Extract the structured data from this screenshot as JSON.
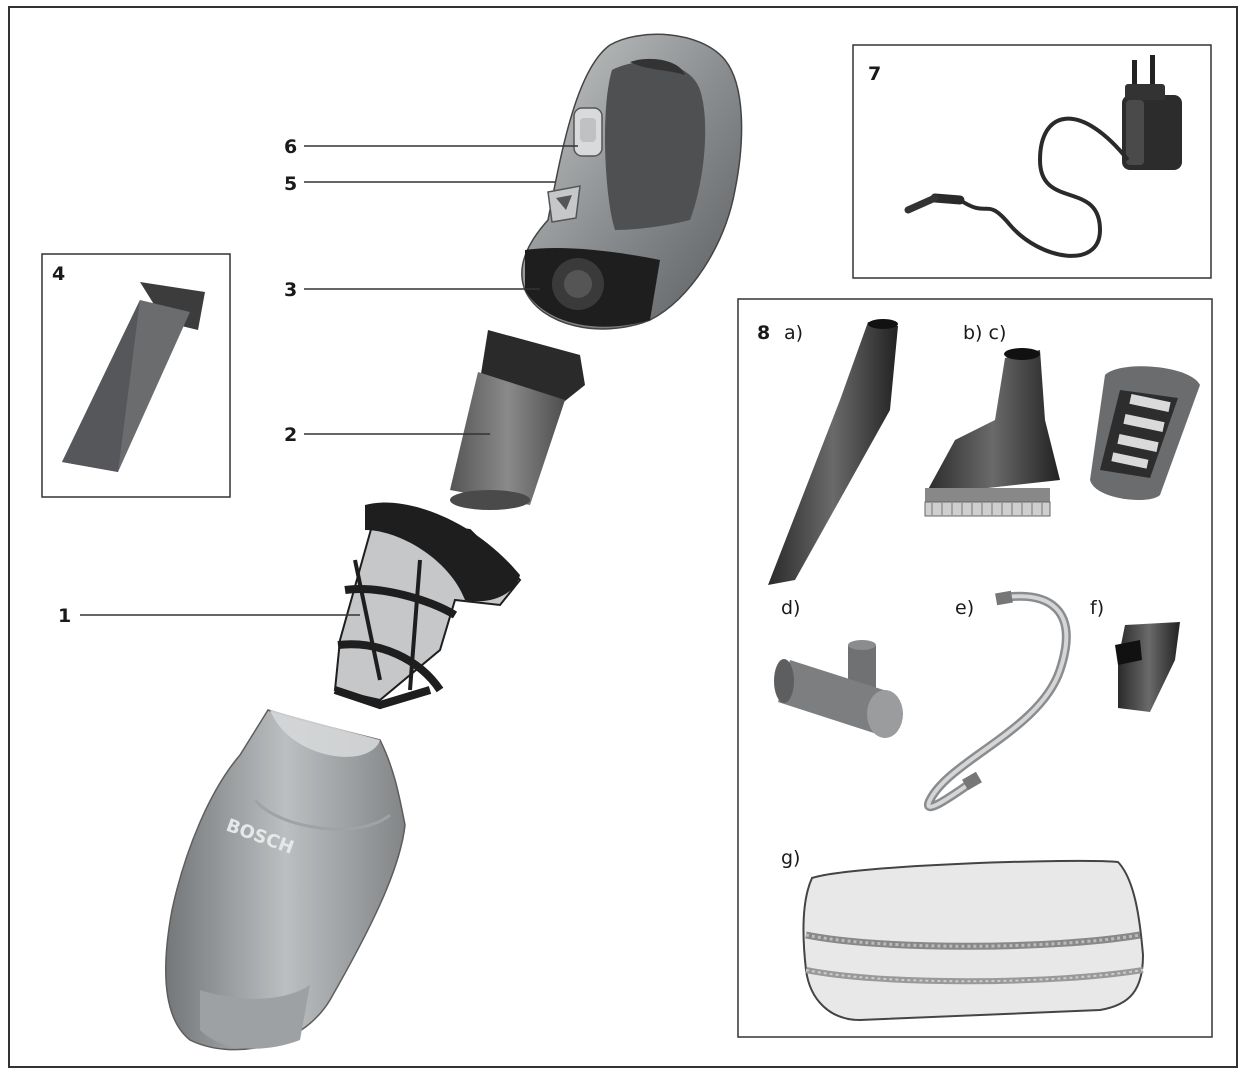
{
  "labels": {
    "n1": "1",
    "n2": "2",
    "n3": "3",
    "n4": "4",
    "n5": "5",
    "n6": "6",
    "n7": "7",
    "n8": "8",
    "a": "a)",
    "bc": "b) c)",
    "d": "d)",
    "e": "e)",
    "f": "f)",
    "g": "g)"
  },
  "brand": "BOSCH",
  "colors": {
    "body_dark": "#5a5c5e",
    "body_mid": "#8c8f91",
    "body_light": "#c9cbcc",
    "black": "#1e1e1e",
    "line": "#333333"
  }
}
